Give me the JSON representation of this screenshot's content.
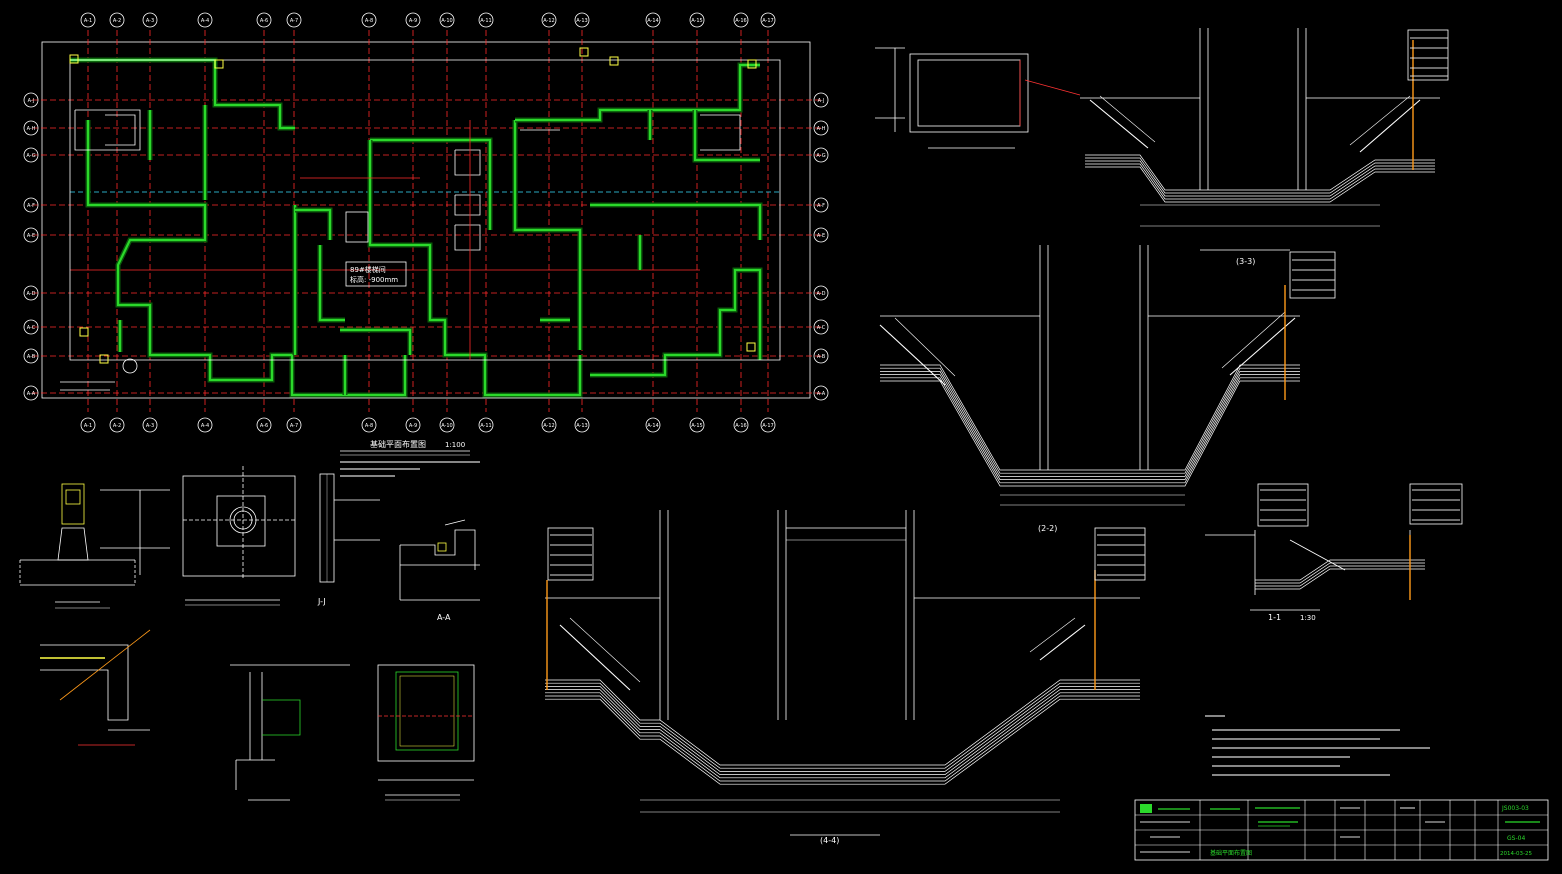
{
  "colors": {
    "background": "#000000",
    "grid_axis": "#ff2a2a",
    "wall": "#2bd92b",
    "outline": "#ffffff",
    "accent_yellow": "#ffff44",
    "accent_cyan": "#38e0ff",
    "accent_orange": "#ff9a1a",
    "note_text": "#d8d8d8"
  },
  "plan": {
    "top_axis_labels": [
      "A-1",
      "A-2",
      "A-3",
      "A-4",
      "A-6",
      "A-7",
      "A-8",
      "A-9",
      "A-10",
      "A-11",
      "A-12",
      "A-13",
      "A-14",
      "A-15",
      "A-16",
      "A-17"
    ],
    "bottom_axis_labels": [
      "A-1",
      "A-2",
      "A-3",
      "A-4",
      "A-6",
      "A-7",
      "A-8",
      "A-9",
      "A-10",
      "A-11",
      "A-12",
      "A-13",
      "A-14",
      "A-15",
      "A-16",
      "A-17"
    ],
    "side_axis_labels": [
      "A-J",
      "A-H",
      "A-G",
      "A-F",
      "A-E",
      "A-D",
      "A-C",
      "A-B",
      "A-A"
    ],
    "label_ramp": "89#楼梯间",
    "label_elev": "标高: -900mm",
    "title": "基础平面布置图",
    "scale": "1:100"
  },
  "section_33": {
    "title": "(3-3)"
  },
  "section_22": {
    "title": "(2-2)"
  },
  "section_44": {
    "title": "(4-4)"
  },
  "section_11": {
    "title": "1-1",
    "scale": "1:30"
  },
  "detail_aa": {
    "title": "A-A"
  },
  "detail_jj": {
    "title": "J-J"
  },
  "title_block": {
    "project_no": "JS003-03",
    "drawing_no": "GS-04",
    "date": "2014-03-25",
    "sheet_title": "基础平面布置图"
  }
}
